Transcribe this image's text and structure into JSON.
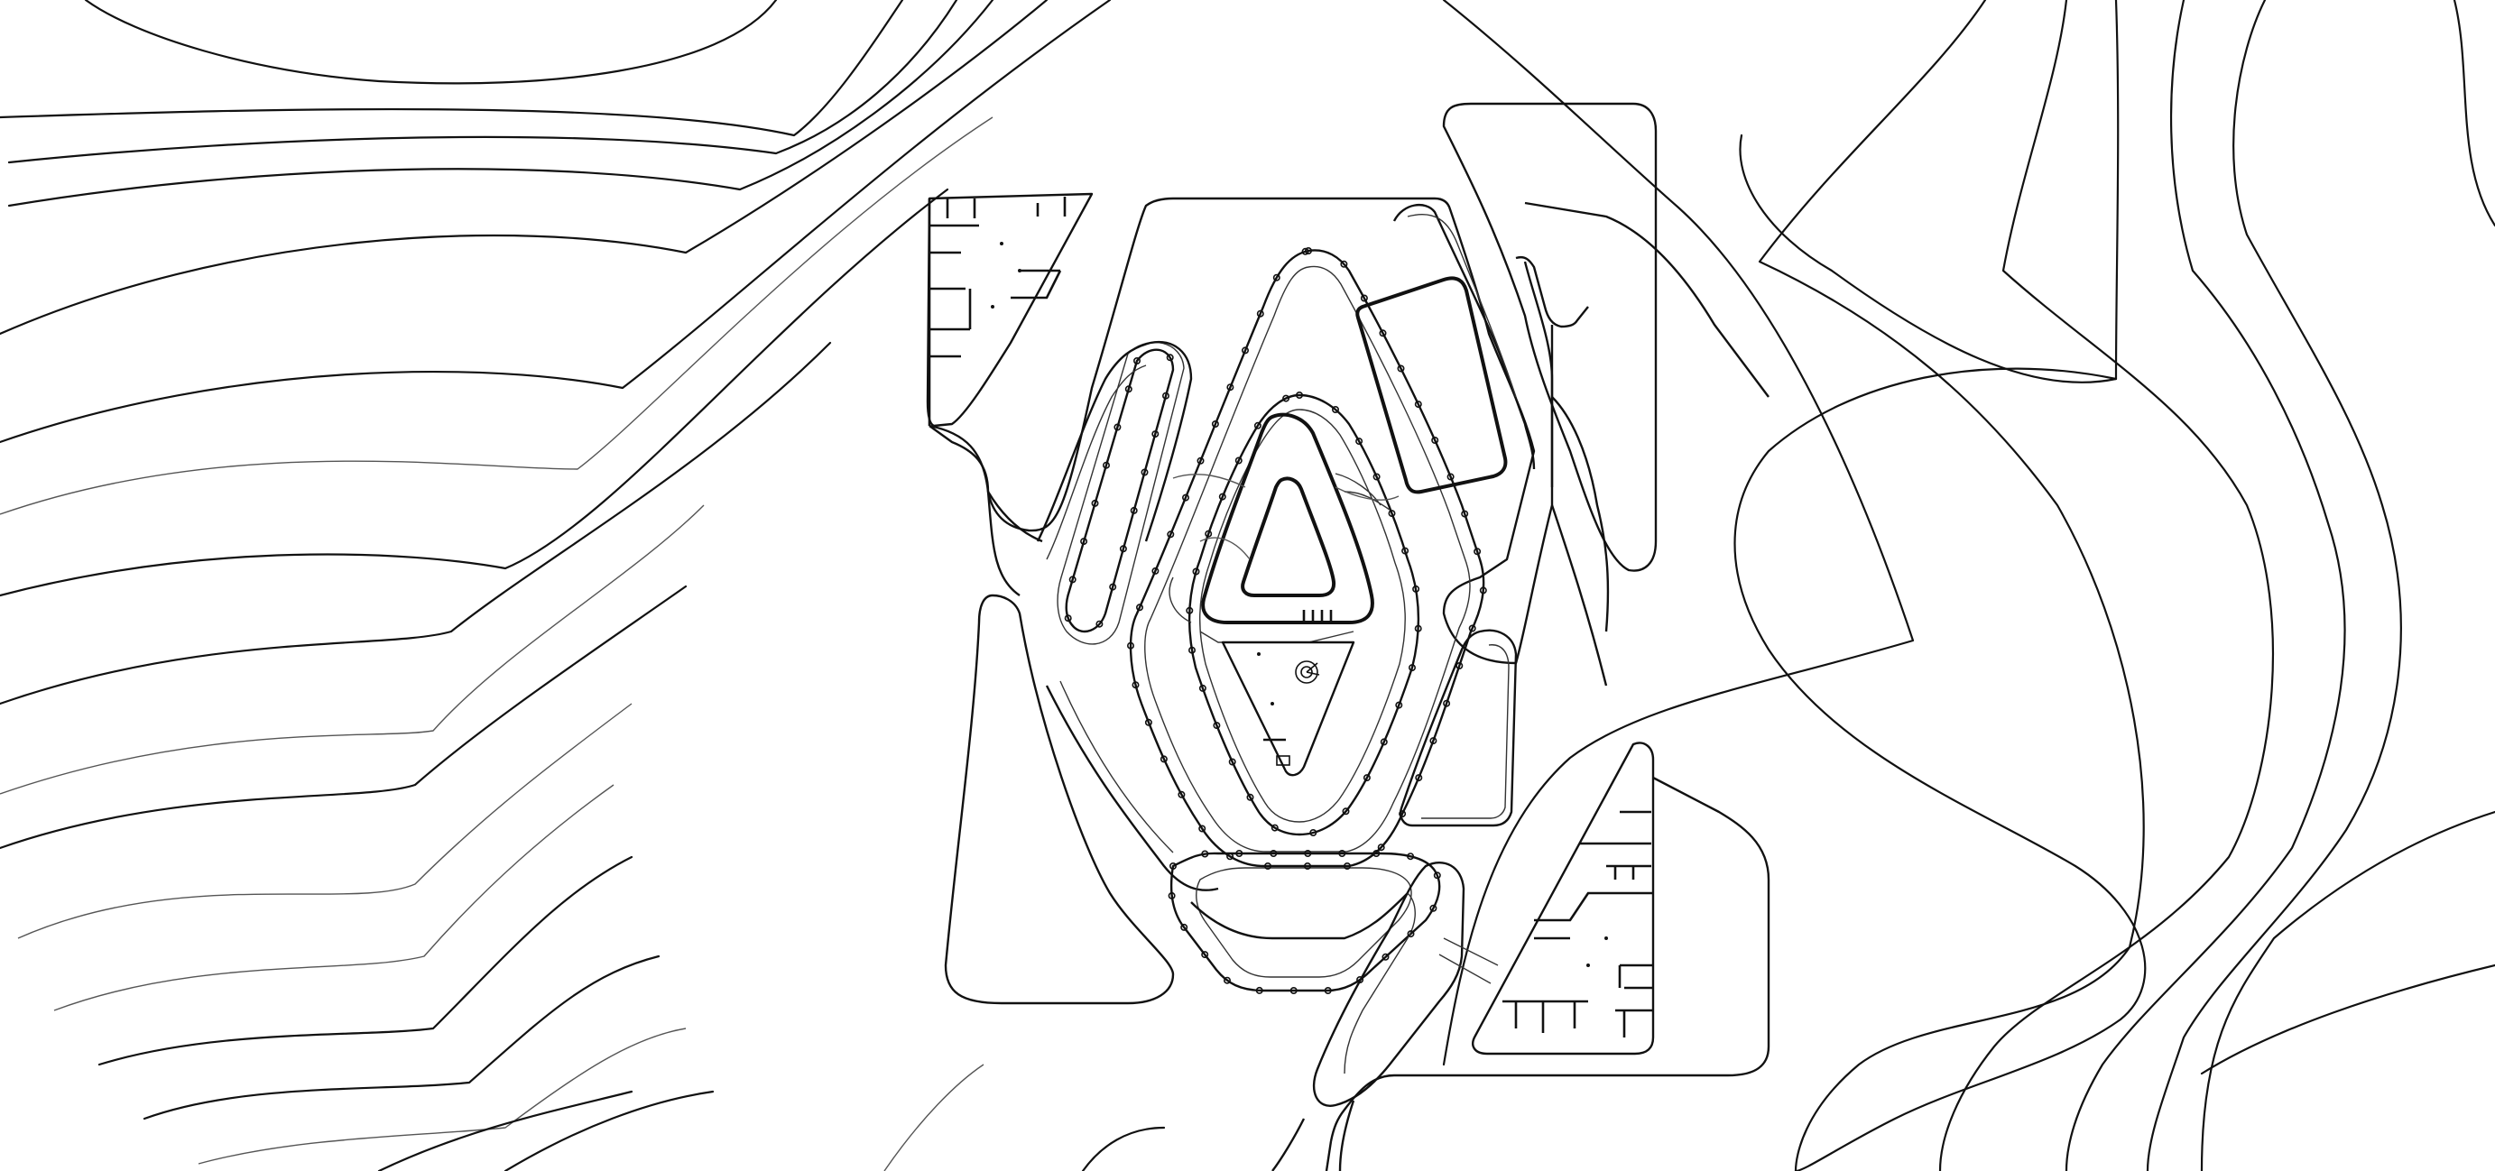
{
  "view": {
    "kind": "architectural site plan",
    "background": "#ffffff",
    "line_color": "#111111",
    "contours": {
      "left_count": 28,
      "right_count": 7,
      "style": "solid"
    }
  }
}
